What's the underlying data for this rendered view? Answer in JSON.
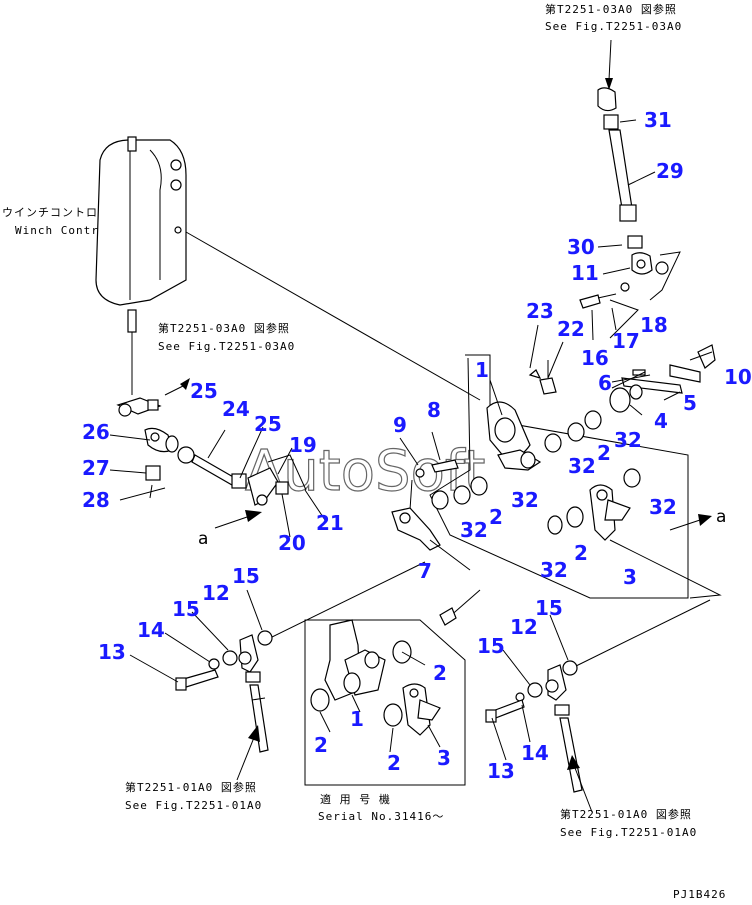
{
  "references": {
    "top_jp": "第T2251-03A0 図参照",
    "top_en": "See Fig.T2251-03A0",
    "left_jp": "第T2251-03A0 図参照",
    "left_en": "See Fig.T2251-03A0",
    "bottom_left_jp": "第T2251-01A0 図参照",
    "bottom_left_en": "See Fig.T2251-01A0",
    "bottom_right_jp": "第T2251-01A0 図参照",
    "bottom_right_en": "See Fig.T2251-01A0"
  },
  "box_label": {
    "jp": "ウインチコントロールボックス",
    "en": "Winch Control Box"
  },
  "serial": {
    "jp": "適 用 号 機",
    "en": "Serial No.31416〜"
  },
  "arrow_labels": {
    "left": "a",
    "right": "a"
  },
  "figure_code": "PJ1B426",
  "watermark": "AutoSoft",
  "callouts": [
    "31",
    "29",
    "30",
    "11",
    "18",
    "23",
    "22",
    "16",
    "17",
    "10",
    "1",
    "6",
    "5",
    "4",
    "8",
    "9",
    "32",
    "2",
    "3",
    "7",
    "25",
    "24",
    "19",
    "21",
    "20",
    "26",
    "27",
    "28",
    "15",
    "12",
    "14",
    "13"
  ]
}
